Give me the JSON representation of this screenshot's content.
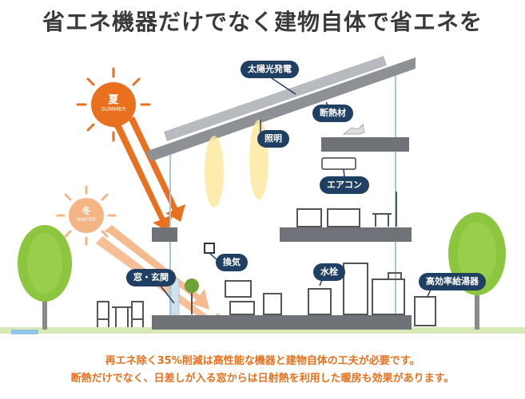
{
  "title": "省エネ機器だけでなく建物自体で省エネを",
  "sun_summer": {
    "kanji": "夏",
    "label": "SUMMER"
  },
  "sun_winter": {
    "kanji": "冬",
    "label": "WINTER"
  },
  "labels": {
    "solar": "太陽光発電",
    "insulation": "断熱材",
    "lighting": "照明",
    "aircon": "エアコン",
    "ventilation": "換気",
    "window": "窓・玄関",
    "faucet": "水栓",
    "water_heater": "高効率給湯器"
  },
  "caption": {
    "line1": "再エネ除く35%削減は高性能な機器と建物自体の工夫が必要です。",
    "line2": "断熱だけでなく、日差しが入る窓からは日射熱を利用した暖房も効果があります。"
  },
  "colors": {
    "callout_bg": "#1f3f63",
    "summer_orange": "#e8701e",
    "winter_peach": "#f4b483",
    "tree_green": "#8cc63f",
    "house_gray": "#6f7276",
    "caption_orange": "#e8701e"
  }
}
